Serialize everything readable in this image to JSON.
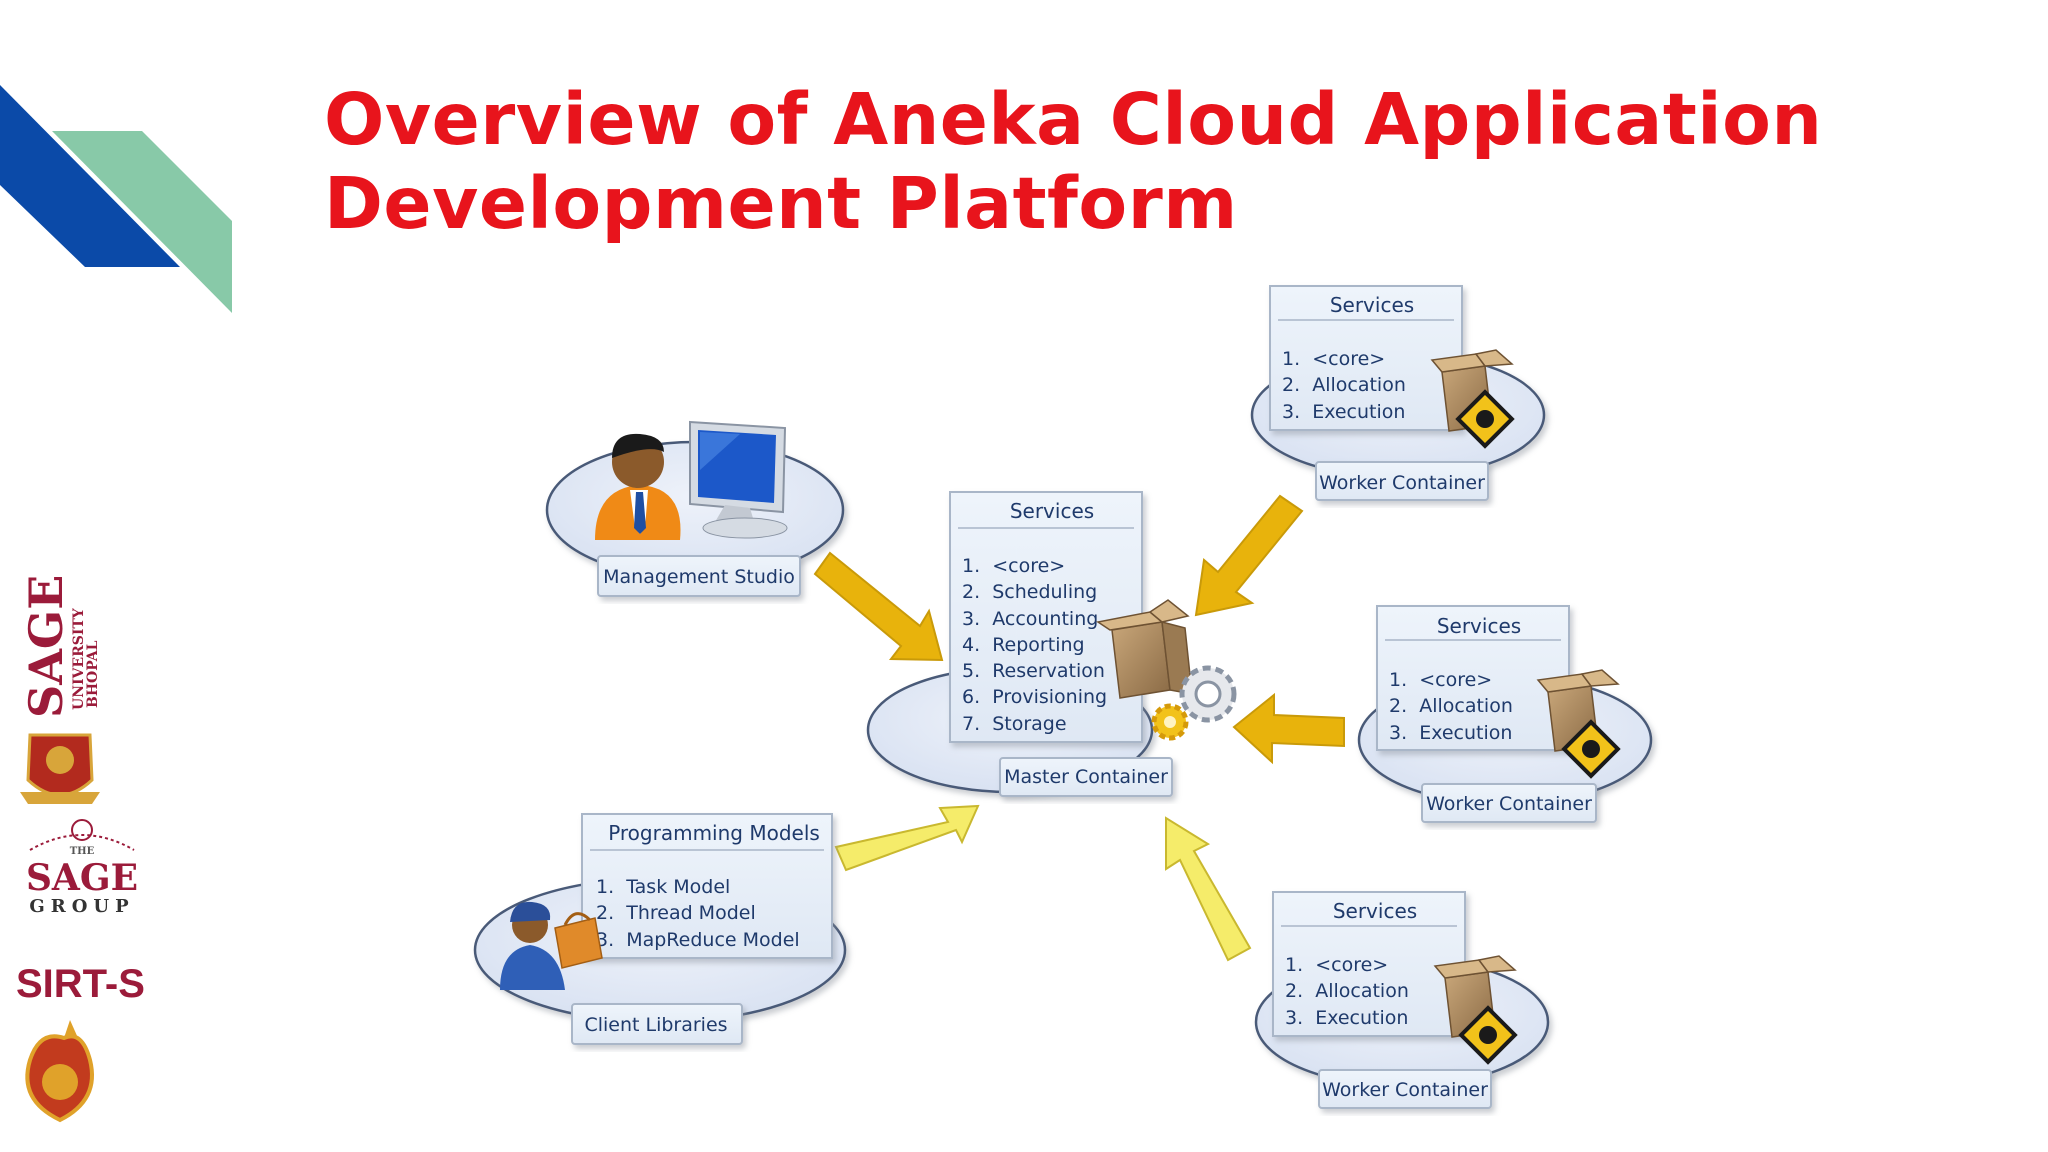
{
  "slide": {
    "title": "Overview of Aneka Cloud Application Development Platform"
  },
  "colors": {
    "title": "#e8141c",
    "deco_blue": "#0b4aa8",
    "deco_green": "#88c9a8",
    "arrow_gold": "#e8b30c",
    "arrow_yellow": "#f5ec6a",
    "text_blue": "#1f3a6b",
    "brand_maroon": "#9b1b3a"
  },
  "diagram": {
    "management_studio": {
      "label": "Management Studio"
    },
    "master": {
      "services_title": "Services",
      "items": [
        "1.  <core>",
        "2.  Scheduling",
        "3.  Accounting",
        "4.  Reporting",
        "5.  Reservation",
        "6.  Provisioning",
        "7.  Storage"
      ],
      "label": "Master Container"
    },
    "client": {
      "models_title": "Programming Models",
      "items": [
        "1.  Task Model",
        "2.  Thread Model",
        "3.  MapReduce Model"
      ],
      "label": "Client Libraries"
    },
    "worker_top": {
      "services_title": "Services",
      "items": [
        "1.  <core>",
        "2.  Allocation",
        "3.  Execution"
      ],
      "label": "Worker Container"
    },
    "worker_middle": {
      "services_title": "Services",
      "items": [
        "1.  <core>",
        "2.  Allocation",
        "3.  Execution"
      ],
      "label": "Worker Container"
    },
    "worker_bottom": {
      "services_title": "Services",
      "items": [
        "1.  <core>",
        "2.  Allocation",
        "3.  Execution"
      ],
      "label": "Worker Container"
    }
  },
  "sidebar_logos": {
    "sage_university": {
      "name": "SAGE",
      "sub": "UNIVERSITY",
      "city": "BHOPAL"
    },
    "sage_group": {
      "the": "THE",
      "name": "SAGE",
      "sub": "GROUP"
    },
    "sirts": {
      "label": "SIRT-S"
    }
  }
}
